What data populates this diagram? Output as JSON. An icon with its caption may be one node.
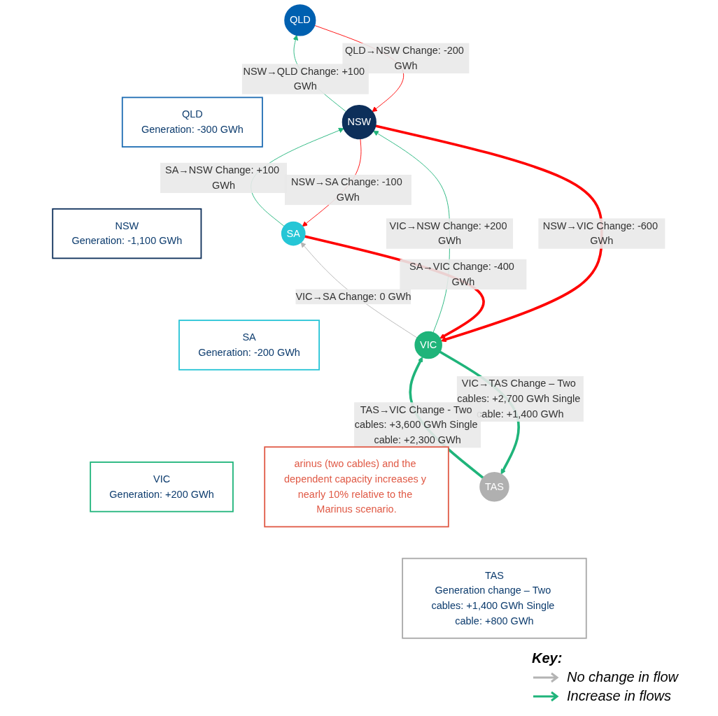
{
  "diagram": {
    "nodes": [
      {
        "text": [
          "QLD"
        ]
      },
      {
        "text": [
          "QLD",
          "Generation: -300 GWh"
        ]
      },
      {
        "text": [
          "NSW"
        ]
      },
      {
        "text": [
          "NSW",
          "Generation: -1,100 GWh"
        ]
      },
      {
        "text": [
          "SA",
          "Generation: -200 GWh"
        ]
      },
      {
        "text": [
          "SA"
        ]
      },
      {
        "text": [
          "VIC"
        ]
      },
      {
        "text": [
          "VIC",
          "Generation: +200 GWh"
        ]
      },
      {
        "text": [
          "TAS"
        ]
      },
      {
        "text": [
          "arinus (two cables) and the dependent capacity increases y nearly 10% relative to the Marinus scenario."
        ]
      },
      {
        "text": [
          "TAS",
          "Generation change – Two cables: +1,400 GWh Single cable: +800 GWh"
        ]
      }
    ],
    "edges": [
      {
        "from": 0,
        "to": 2,
        "arrow": "to",
        "label": "QLD→NSW Change: -200 GWh",
        "color": "#ff0000"
      },
      {
        "from": 2,
        "to": 0,
        "arrow": "to",
        "label": "NSW→QLD Change: +100 GWh",
        "color": "#1fb47a"
      },
      {
        "from": 5,
        "to": 2,
        "arrow": "to",
        "label": "SA→NSW Change: +100 GWh",
        "color": "#1fb47a"
      },
      {
        "from": 2,
        "to": 5,
        "arrow": "to",
        "label": "NSW→SA Change: -100 GWh",
        "color": "#ff0000"
      },
      {
        "from": 2,
        "to": 6,
        "arrow": "to",
        "label": "NSW→VIC Change: -600 GWh",
        "color": "#ff0000",
        "style": "thick"
      },
      {
        "from": 6,
        "to": 2,
        "arrow": "to",
        "label": "VIC→NSW Change: +200 GWh",
        "color": "#1fb47a"
      },
      {
        "from": 6,
        "to": 5,
        "arrow": "to",
        "label": "VIC→SA Change: 0 GWh",
        "color": "#b4b4b4"
      },
      {
        "from": 5,
        "to": 6,
        "arrow": "to",
        "label": "SA→VIC Change: -400 GWh",
        "color": "#ff0000",
        "style": "thick"
      },
      {
        "from": 6,
        "to": 8,
        "arrow": "to",
        "label": "VIC→TAS Change – Two cables: +2,700 GWh Single cable: +1,400 GWh",
        "color": "#1fb47a",
        "style": "thick"
      },
      {
        "from": 8,
        "to": 6,
        "arrow": "to",
        "label": "TAS→VIC Change - Two cables: +3,600 GWh Single cable: +2,300 GWh",
        "color": "#1fb47a",
        "style": "thick"
      }
    ],
    "labels": [
      "Key:"
    ],
    "legend": [
      {
        "text": "No change in flow"
      },
      {
        "text": "Increase in flows"
      }
    ]
  }
}
